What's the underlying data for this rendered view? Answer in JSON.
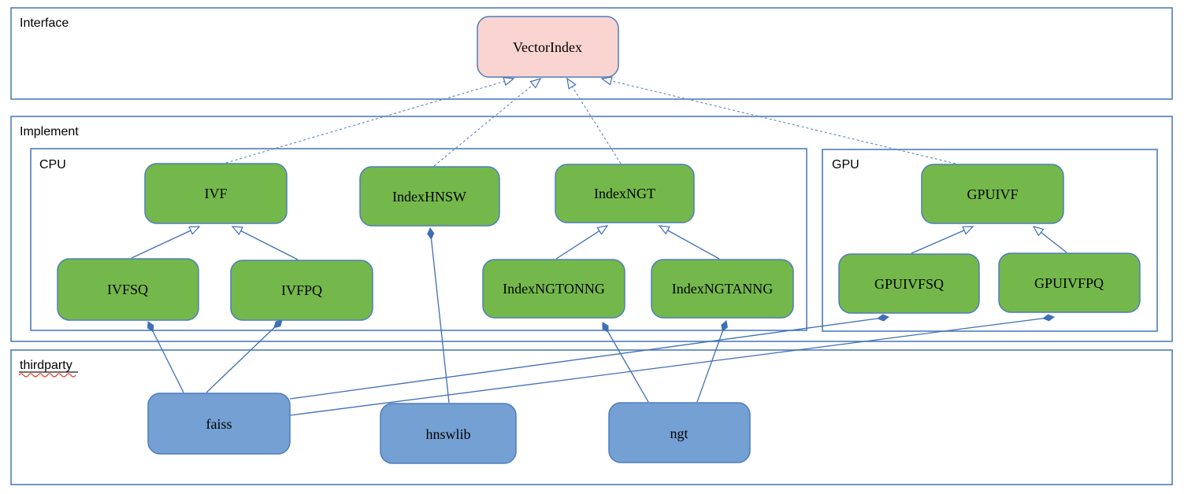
{
  "colors": {
    "container-border": "#4f7dbb",
    "node-border": "#4f7dbb",
    "line": "#3f6fb5",
    "line-dashed": "#5e82c4",
    "node-green": "#74b84b",
    "node-blue": "#74a0d3",
    "node-pink": "#fad4d1",
    "text": "#000000",
    "spell-red": "#e0301e",
    "bg": "#ffffff"
  },
  "containers": {
    "interface": {
      "label": "Interface"
    },
    "implement": {
      "label": "Implement"
    },
    "cpu": {
      "label": "CPU"
    },
    "gpu": {
      "label": "GPU"
    },
    "thirdparty": {
      "label": "thirdparty",
      "spellcheck_underline": true
    }
  },
  "nodes": {
    "vectorindex": {
      "label": "VectorIndex",
      "container": "interface",
      "fill": "pink"
    },
    "ivf": {
      "label": "IVF",
      "container": "cpu",
      "fill": "green"
    },
    "indexhnsw": {
      "label": "IndexHNSW",
      "container": "cpu",
      "fill": "green"
    },
    "indexngt": {
      "label": "IndexNGT",
      "container": "cpu",
      "fill": "green"
    },
    "ivfsq": {
      "label": "IVFSQ",
      "container": "cpu",
      "fill": "green"
    },
    "ivfpq": {
      "label": "IVFPQ",
      "container": "cpu",
      "fill": "green"
    },
    "indexngtonng": {
      "label": "IndexNGTONNG",
      "container": "cpu",
      "fill": "green"
    },
    "indexngtanng": {
      "label": "IndexNGTANNG",
      "container": "cpu",
      "fill": "green"
    },
    "gpuivf": {
      "label": "GPUIVF",
      "container": "gpu",
      "fill": "green"
    },
    "gpuivfsq": {
      "label": "GPUIVFSQ",
      "container": "gpu",
      "fill": "green"
    },
    "gpuivfpq": {
      "label": "GPUIVFPQ",
      "container": "gpu",
      "fill": "green"
    },
    "faiss": {
      "label": "faiss",
      "container": "thirdparty",
      "fill": "blue"
    },
    "hnswlib": {
      "label": "hnswlib",
      "container": "thirdparty",
      "fill": "blue"
    },
    "ngt": {
      "label": "ngt",
      "container": "thirdparty",
      "fill": "blue"
    }
  },
  "edges": [
    {
      "from": "ivf",
      "to": "vectorindex",
      "type": "realization",
      "style": "dashed-hollow-triangle"
    },
    {
      "from": "indexhnsw",
      "to": "vectorindex",
      "type": "realization",
      "style": "dashed-hollow-triangle"
    },
    {
      "from": "indexngt",
      "to": "vectorindex",
      "type": "realization",
      "style": "dashed-hollow-triangle"
    },
    {
      "from": "gpuivf",
      "to": "vectorindex",
      "type": "realization",
      "style": "dashed-hollow-triangle"
    },
    {
      "from": "ivfsq",
      "to": "ivf",
      "type": "generalization",
      "style": "solid-hollow-triangle"
    },
    {
      "from": "ivfpq",
      "to": "ivf",
      "type": "generalization",
      "style": "solid-hollow-triangle"
    },
    {
      "from": "indexngtonng",
      "to": "indexngt",
      "type": "generalization",
      "style": "solid-hollow-triangle"
    },
    {
      "from": "indexngtanng",
      "to": "indexngt",
      "type": "generalization",
      "style": "solid-hollow-triangle"
    },
    {
      "from": "gpuivfsq",
      "to": "gpuivf",
      "type": "generalization",
      "style": "solid-hollow-triangle"
    },
    {
      "from": "gpuivfpq",
      "to": "gpuivf",
      "type": "generalization",
      "style": "solid-hollow-triangle"
    },
    {
      "from": "hnswlib",
      "to": "indexhnsw",
      "type": "composition",
      "style": "solid-filled-diamond"
    },
    {
      "from": "faiss",
      "to": "ivfsq",
      "type": "composition",
      "style": "solid-filled-diamond"
    },
    {
      "from": "faiss",
      "to": "ivfpq",
      "type": "composition",
      "style": "solid-filled-diamond"
    },
    {
      "from": "faiss",
      "to": "gpuivfsq",
      "type": "composition",
      "style": "solid-filled-diamond"
    },
    {
      "from": "faiss",
      "to": "gpuivfpq",
      "type": "composition",
      "style": "solid-filled-diamond"
    },
    {
      "from": "ngt",
      "to": "indexngtonng",
      "type": "composition",
      "style": "solid-filled-diamond"
    },
    {
      "from": "ngt",
      "to": "indexngtanng",
      "type": "composition",
      "style": "solid-filled-diamond"
    }
  ]
}
